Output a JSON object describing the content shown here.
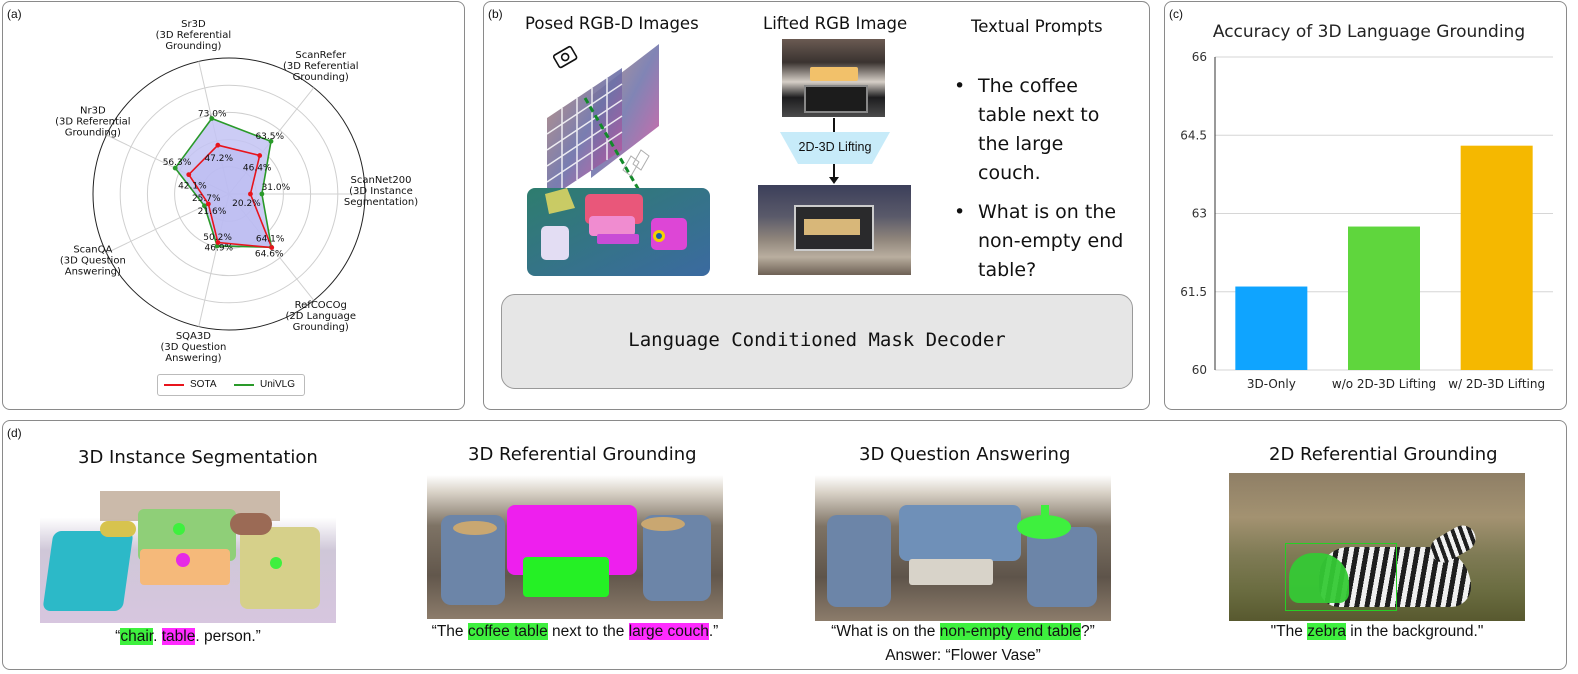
{
  "panel_a": {
    "label": "(a)",
    "axes": [
      {
        "name": "ScanNet200\n(3D Instance\nSegmentation)",
        "sota": 20.2,
        "univlg": 31.0
      },
      {
        "name": "ScanRefer\n(3D Referential\nGrounding)",
        "sota": 46.4,
        "univlg": 63.5
      },
      {
        "name": "Sr3D\n(3D Referential\nGrounding)",
        "sota": 47.2,
        "univlg": 73.0
      },
      {
        "name": "Nr3D\n(3D Referential\nGrounding)",
        "sota": 42.1,
        "univlg": 56.3
      },
      {
        "name": "ScanQA\n(3D Question\nAnswering)",
        "sota": 21.6,
        "univlg": 25.7
      },
      {
        "name": "SQA3D\n(3D Question\nAnswering)",
        "sota": 46.9,
        "univlg": 50.2
      },
      {
        "name": "RefCOCOg\n(2D Language\nGrounding)",
        "sota": 64.6,
        "univlg": 64.1
      }
    ],
    "sota_labels": [
      "20.2%",
      "46.4%",
      "47.2%",
      "42.1%",
      "21.6%",
      "46.9%",
      "64.6%"
    ],
    "univlg_labels": [
      "31.0%",
      "63.5%",
      "73.0%",
      "56.3%",
      "25.7%",
      "50.2%",
      "64.1%"
    ],
    "legend": {
      "sota": "SOTA",
      "univlg": "UniVLG"
    },
    "colors": {
      "sota": "#e8141c",
      "univlg": "#2a9a2a",
      "fill": "#c3c3f3"
    }
  },
  "panel_b": {
    "label": "(b)",
    "title_rgbd": "Posed RGB-D Images",
    "title_lifted": "Lifted RGB Image",
    "title_prompts": "Textual Prompts",
    "lifting_label": "2D-3D Lifting",
    "prompts": [
      "The coffee table next to the large couch.",
      "What is on the non-empty end table?"
    ],
    "decoder_label": "Language Conditioned Mask Decoder"
  },
  "chart_data": {
    "type": "bar",
    "title": "Accuracy of 3D Language Grounding",
    "categories": [
      "3D-Only",
      "w/o 2D-3D Lifting",
      "w/ 2D-3D Lifting"
    ],
    "values": [
      61.6,
      62.75,
      64.3
    ],
    "ylim": [
      60,
      66
    ],
    "yticks": [
      "60",
      "61.5",
      "63",
      "64.5",
      "66"
    ],
    "colors": [
      "#0fa4ff",
      "#5fd63d",
      "#f5b800"
    ],
    "grid": true
  },
  "panel_c": {
    "label": "(c)"
  },
  "panel_d": {
    "label": "(d)",
    "tasks": [
      {
        "title": "3D Instance Segmentation"
      },
      {
        "title": "3D Referential Grounding"
      },
      {
        "title": "3D Question  Answering"
      },
      {
        "title": "2D Referential Grounding"
      }
    ],
    "cap1": {
      "open": "“",
      "w1": "chair",
      "sep1": ". ",
      "w2": "table",
      "rest": ". person.”"
    },
    "cap2": {
      "pre": "“The ",
      "h1": "coffee table",
      "mid": " next to the ",
      "h2": "large couch",
      "post": ".”"
    },
    "cap3": {
      "pre": "“What is on the ",
      "h1": "non-empty end table",
      "post": "?”",
      "answer": "Answer: “Flower Vase”"
    },
    "cap4": {
      "pre": "\"The ",
      "h1": "zebra",
      "post": " in the background.\""
    }
  }
}
